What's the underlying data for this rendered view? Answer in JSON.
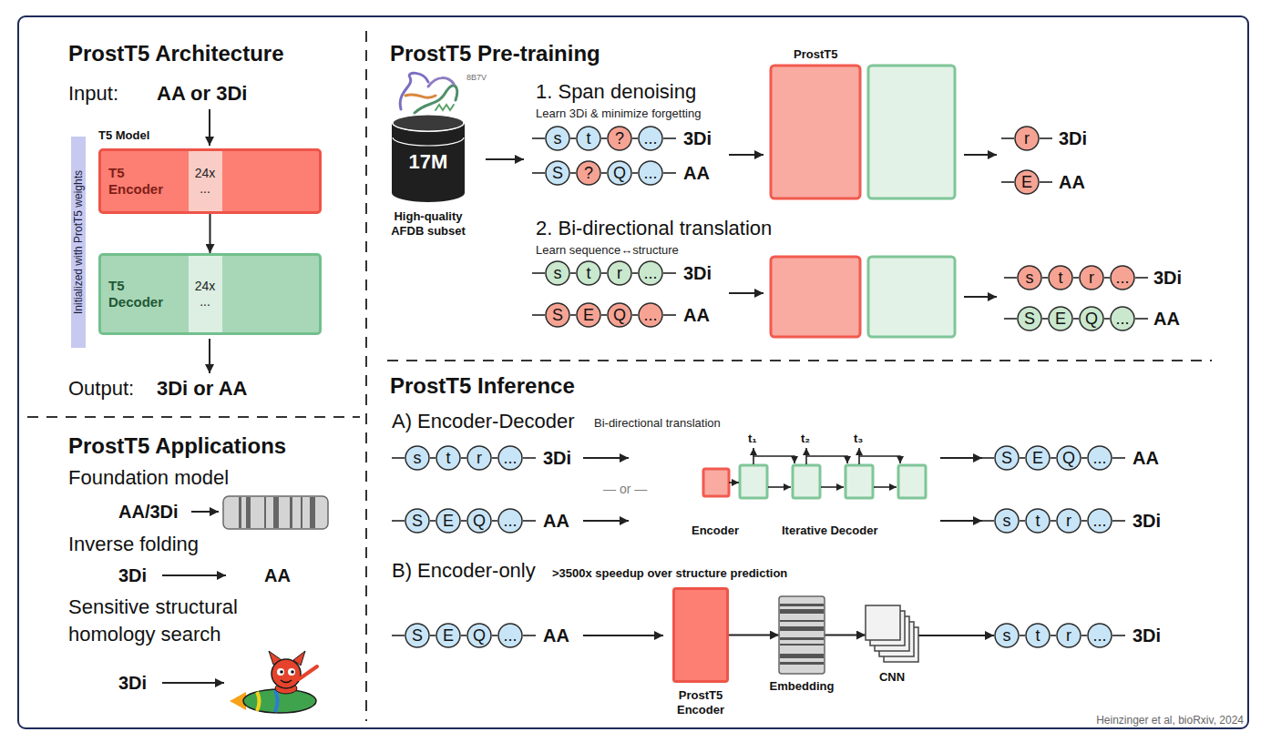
{
  "diagram": {
    "nodes": [
      {
        "text": [
          "T5 Encoder",
          "24x ..."
        ]
      },
      {
        "text": [
          "T5 Decoder",
          "24x ..."
        ]
      },
      {
        "text": [
          "17M",
          "High-quality AFDB subset"
        ]
      },
      {
        "text": [
          "s"
        ]
      },
      {
        "text": [
          "t"
        ]
      },
      {
        "text": [
          "?"
        ]
      },
      {
        "text": [
          "..."
        ]
      },
      {
        "text": [
          "S"
        ]
      },
      {
        "text": [
          "?"
        ]
      },
      {
        "text": [
          "Q"
        ]
      },
      {
        "text": [
          "..."
        ]
      },
      {
        "text": [
          "r"
        ]
      },
      {
        "text": [
          "E"
        ]
      },
      {
        "text": [
          "s"
        ]
      },
      {
        "text": [
          "t"
        ]
      },
      {
        "text": [
          "r"
        ]
      },
      {
        "text": [
          "..."
        ]
      },
      {
        "text": [
          "S"
        ]
      },
      {
        "text": [
          "E"
        ]
      },
      {
        "text": [
          "Q"
        ]
      },
      {
        "text": [
          "..."
        ]
      },
      {
        "text": [
          "s"
        ]
      },
      {
        "text": [
          "t"
        ]
      },
      {
        "text": [
          "r"
        ]
      },
      {
        "text": [
          "..."
        ]
      },
      {
        "text": [
          "S"
        ]
      },
      {
        "text": [
          "E"
        ]
      },
      {
        "text": [
          "Q"
        ]
      },
      {
        "text": [
          "..."
        ]
      },
      {
        "text": [
          "s"
        ]
      },
      {
        "text": [
          "t"
        ]
      },
      {
        "text": [
          "r"
        ]
      },
      {
        "text": [
          "..."
        ]
      },
      {
        "text": [
          "S"
        ]
      },
      {
        "text": [
          "E"
        ]
      },
      {
        "text": [
          "Q"
        ]
      },
      {
        "text": [
          "..."
        ]
      },
      {
        "text": [
          "S"
        ]
      },
      {
        "text": [
          "E"
        ]
      },
      {
        "text": [
          "Q"
        ]
      },
      {
        "text": [
          "..."
        ]
      },
      {
        "text": [
          "s"
        ]
      },
      {
        "text": [
          "t"
        ]
      },
      {
        "text": [
          "r"
        ]
      },
      {
        "text": [
          "..."
        ]
      },
      {
        "text": [
          "S"
        ]
      },
      {
        "text": [
          "E"
        ]
      },
      {
        "text": [
          "Q"
        ]
      },
      {
        "text": [
          "..."
        ]
      },
      {
        "text": [
          "ProstT5 Encoder"
        ]
      },
      {
        "text": [
          "Embedding"
        ]
      },
      {
        "text": [
          "CNN"
        ]
      },
      {
        "text": [
          "s"
        ]
      },
      {
        "text": [
          "t"
        ]
      },
      {
        "text": [
          "r"
        ]
      },
      {
        "text": [
          "..."
        ]
      }
    ],
    "edges": [
      {
        "from": 0,
        "to": 1,
        "arrow": "to"
      },
      {
        "from": 3,
        "to": 4,
        "arrow": "none"
      },
      {
        "from": 4,
        "to": 5,
        "arrow": "none"
      },
      {
        "from": 5,
        "to": 6,
        "arrow": "none"
      },
      {
        "from": 7,
        "to": 8,
        "arrow": "none"
      },
      {
        "from": 8,
        "to": 9,
        "arrow": "none"
      },
      {
        "from": 9,
        "to": 10,
        "arrow": "none"
      },
      {
        "from": 13,
        "to": 14,
        "arrow": "none"
      },
      {
        "from": 14,
        "to": 15,
        "arrow": "none"
      },
      {
        "from": 15,
        "to": 16,
        "arrow": "none"
      },
      {
        "from": 17,
        "to": 18,
        "arrow": "none"
      },
      {
        "from": 18,
        "to": 19,
        "arrow": "none"
      },
      {
        "from": 19,
        "to": 20,
        "arrow": "none"
      },
      {
        "from": 21,
        "to": 22,
        "arrow": "none"
      },
      {
        "from": 22,
        "to": 23,
        "arrow": "none"
      },
      {
        "from": 23,
        "to": 24,
        "arrow": "none"
      },
      {
        "from": 25,
        "to": 26,
        "arrow": "none"
      },
      {
        "from": 26,
        "to": 27,
        "arrow": "none"
      },
      {
        "from": 27,
        "to": 28,
        "arrow": "none"
      },
      {
        "from": 29,
        "to": 30,
        "arrow": "none"
      },
      {
        "from": 30,
        "to": 31,
        "arrow": "none"
      },
      {
        "from": 31,
        "to": 32,
        "arrow": "none"
      },
      {
        "from": 33,
        "to": 34,
        "arrow": "none"
      },
      {
        "from": 34,
        "to": 35,
        "arrow": "none"
      },
      {
        "from": 35,
        "to": 36,
        "arrow": "none"
      },
      {
        "from": 37,
        "to": 38,
        "arrow": "none"
      },
      {
        "from": 38,
        "to": 39,
        "arrow": "none"
      },
      {
        "from": 39,
        "to": 40,
        "arrow": "none"
      },
      {
        "from": 41,
        "to": 42,
        "arrow": "none"
      },
      {
        "from": 42,
        "to": 43,
        "arrow": "none"
      },
      {
        "from": 43,
        "to": 44,
        "arrow": "none"
      },
      {
        "from": 45,
        "to": 46,
        "arrow": "none"
      },
      {
        "from": 46,
        "to": 47,
        "arrow": "none"
      },
      {
        "from": 47,
        "to": 48,
        "arrow": "none"
      },
      {
        "from": 49,
        "to": 50,
        "arrow": "to"
      },
      {
        "from": 50,
        "to": 51,
        "arrow": "to"
      },
      {
        "from": 51,
        "to": 52,
        "arrow": "to"
      },
      {
        "from": 52,
        "to": 53,
        "arrow": "none"
      },
      {
        "from": 53,
        "to": 54,
        "arrow": "none"
      },
      {
        "from": 54,
        "to": 55,
        "arrow": "none"
      }
    ],
    "labels": [
      "ProstT5 Architecture",
      "Input:",
      "AA or 3Di",
      "Initialized with ProtT5 weights",
      "T5 Model",
      "Output:",
      "3Di or AA",
      "ProstT5 Applications",
      "Foundation model",
      "AA/3Di",
      "Inverse folding",
      "3Di",
      "AA",
      "Sensitive structural homology search",
      "3Di",
      "ProstT5 Pre-training",
      "8B7V",
      "1. Span denoising",
      "Learn 3Di & minimize forgetting",
      "3Di",
      "AA",
      "ProstT5",
      "3Di",
      "AA",
      "2. Bi-directional translation",
      "Learn sequence↔structure",
      "3Di",
      "AA",
      "3Di",
      "AA",
      "ProstT5 Inference",
      "A) Encoder-Decoder",
      "Bi-directional translation",
      "3Di",
      "— or —",
      "AA",
      "t₁",
      "t₂",
      "t₃",
      "Encoder",
      "Iterative Decoder",
      "AA",
      "3Di",
      "B) Encoder-only",
      ">3500x speedup over structure prediction",
      "AA",
      "3Di",
      "Heinzinger et al, bioRxiv, 2024"
    ]
  }
}
